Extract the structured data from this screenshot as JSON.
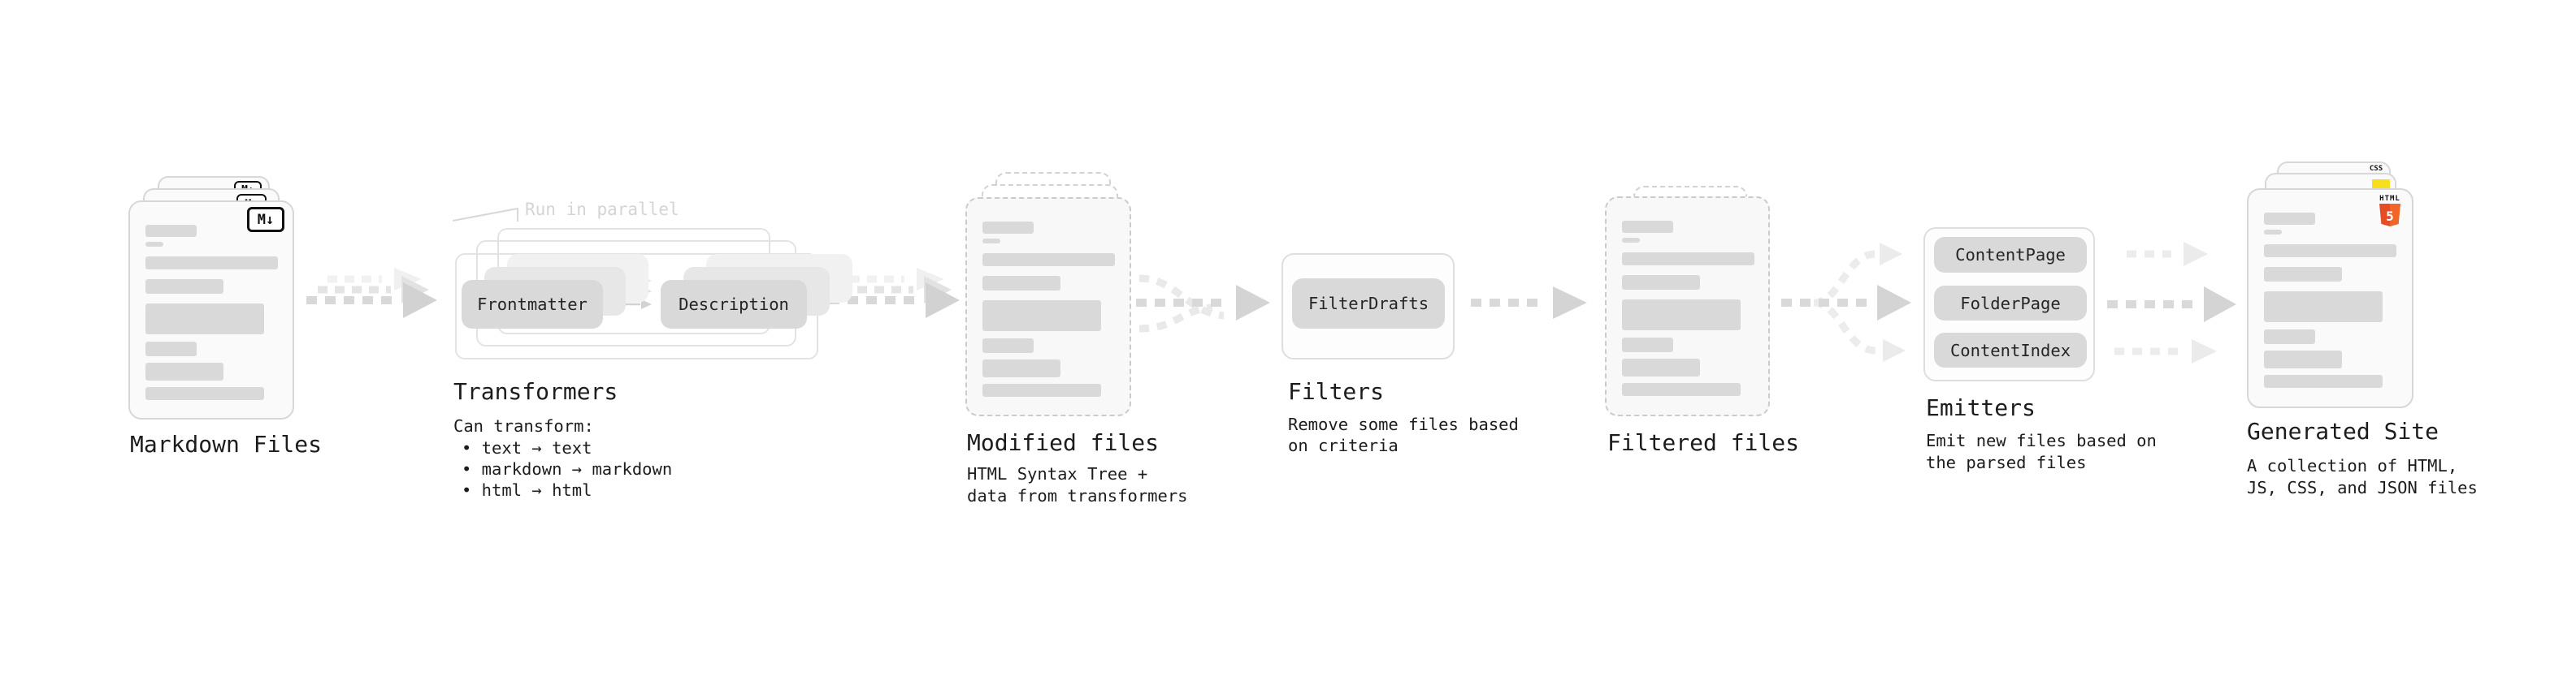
{
  "markdown": {
    "label": "Markdown Files",
    "badge": "M↓"
  },
  "transformers": {
    "label": "Transformers",
    "note": "Run in parallel",
    "source_pill": "Frontmatter",
    "target_pill": "Description",
    "desc_title": "Can transform:",
    "bullets": [
      "• text → text",
      "• markdown → markdown",
      "• html → html"
    ]
  },
  "modified": {
    "label": "Modified files",
    "desc_lines": [
      "HTML Syntax Tree +",
      "data from transformers"
    ]
  },
  "filters": {
    "label": "Filters",
    "pill": "FilterDrafts",
    "desc_lines": [
      "Remove some files based",
      "on criteria"
    ]
  },
  "filtered": {
    "label": "Filtered files"
  },
  "emitters": {
    "label": "Emitters",
    "pills": [
      "ContentPage",
      "FolderPage",
      "ContentIndex"
    ],
    "desc_lines": [
      "Emit new files based on",
      "the parsed files"
    ]
  },
  "generated": {
    "label": "Generated Site",
    "desc_lines": [
      "A collection of HTML,",
      "JS, CSS, and JSON files"
    ],
    "css_badge": "CSS",
    "html_badge_title": "HTML",
    "html_badge_number": "5"
  },
  "colors": {
    "ink": "#1c1c1c",
    "muted_note": "#d4d4d4",
    "pill_bg": "#d9d9d9",
    "arrow_dark": "#d4d4d4",
    "arrow_light": "#ececec",
    "html5_orange": "#e44d26",
    "html5_orange_light": "#f16529",
    "js_yellow": "#f7df1e",
    "css_blue": "#2962ff"
  }
}
